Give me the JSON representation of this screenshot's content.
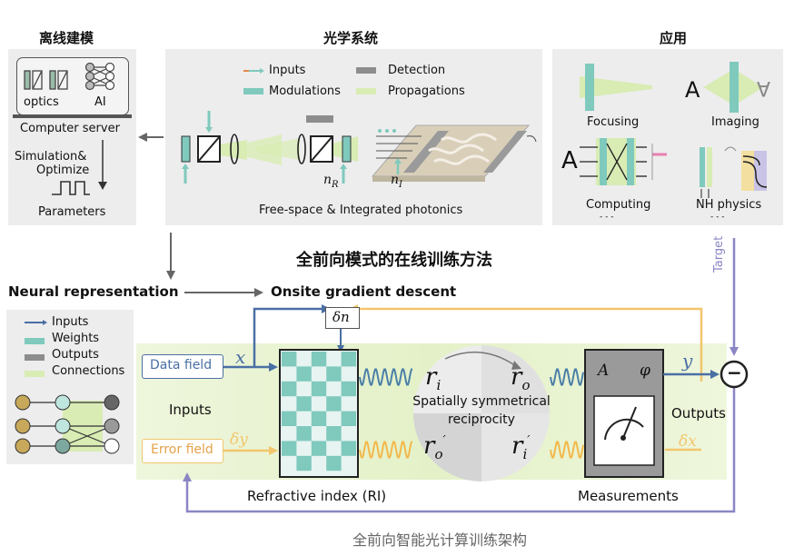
{
  "sections": {
    "offline": "离线建模",
    "optical": "光学系统",
    "applications": "应用"
  },
  "offline_panel": {
    "optics": "optics",
    "ai": "AI",
    "server": "Computer server",
    "simulation": "Simulation&",
    "optimize": "Optimize",
    "parameters": "Parameters"
  },
  "optical_panel": {
    "legend": {
      "inputs": "Inputs",
      "detection": "Detection",
      "modulations": "Modulations",
      "propagations": "Propagations"
    },
    "n_r": "nR",
    "n_i": "nI",
    "caption": "Free-space & Integrated photonics"
  },
  "apps_panel": {
    "focusing": "Focusing",
    "imaging": "Imaging",
    "computing": "Computing",
    "nh_physics": "NH physics",
    "letter_a": "A",
    "dots": "- - -"
  },
  "main_title": "全前向模式的在线训练方法",
  "neural_representation": "Neural representation",
  "onsite_gradient": "Onsite gradient descent",
  "target": "Target",
  "nn_legend": {
    "inputs": "Inputs",
    "weights": "Weights",
    "outputs": "Outputs",
    "connections": "Connections"
  },
  "bottom": {
    "data_field": "Data field",
    "error_field": "Error field",
    "inputs_label": "Inputs",
    "outputs_label": "Outputs",
    "x": "x",
    "y": "y",
    "delta_y": "δy",
    "delta_x": "δx",
    "delta_n": "δn",
    "r_i": "r",
    "r_o": "r",
    "r_o_prime": "r",
    "r_i_prime": "r",
    "symmetry_line1": "Spatially symmetrical",
    "symmetry_line2": "reciprocity",
    "refractive_index": "Refractive index (RI)",
    "measurements": "Measurements",
    "meter_a": "A",
    "meter_phi": "φ",
    "minus": "−"
  },
  "caption": "全前向智能光计算训练架构",
  "colors": {
    "teal": "#7fc9bd",
    "green_light": "#d8ecb4",
    "gray_dark": "#8d8d8d",
    "blue_arrow": "#4a6fa5",
    "yellow_arrow": "#f2c66d",
    "purple_arrow": "#8a86c4",
    "orange_input": "#e4894a"
  }
}
